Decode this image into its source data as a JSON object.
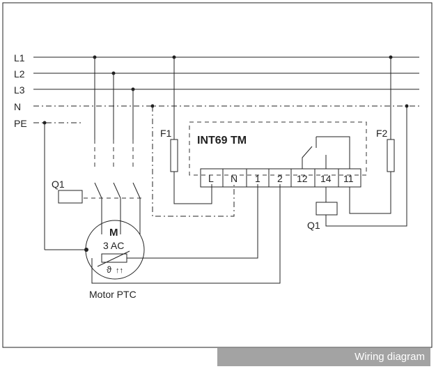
{
  "diagram": {
    "lines": {
      "l1": "L1",
      "l2": "L2",
      "l3": "L3",
      "n": "N",
      "pe": "PE"
    },
    "fuses": {
      "f1": "F1",
      "f2": "F2"
    },
    "device": {
      "name": "INT69 TM",
      "terminals": [
        "L",
        "N",
        "1",
        "2",
        "12",
        "14",
        "11"
      ]
    },
    "contactor": {
      "label_left": "Q1",
      "label_coil": "Q1"
    },
    "motor": {
      "label": "M",
      "rating": "3 AC",
      "sensor_symbol": "ϑ",
      "sensor_arrows": "↑↑",
      "ptc_label": "Motor PTC"
    }
  },
  "caption": "Wiring diagram"
}
